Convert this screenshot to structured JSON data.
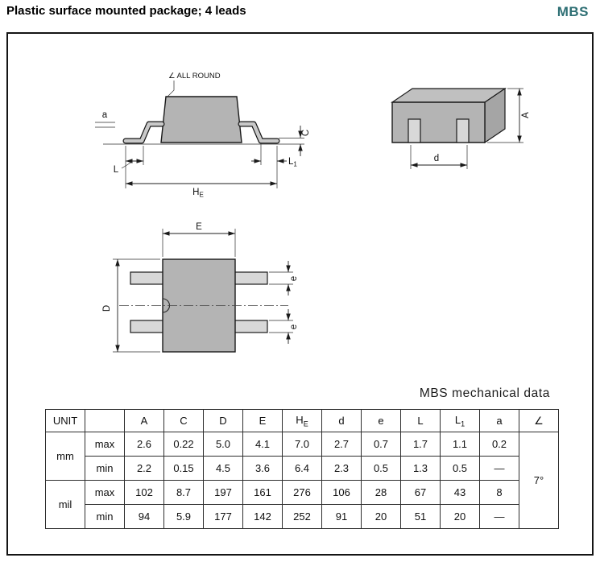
{
  "header": {
    "title": "Plastic surface mounted package; 4 leads",
    "package_code": "MBS",
    "accent_color": "#2e6f74"
  },
  "drawing": {
    "labels": {
      "all_round_prefix": "∠",
      "all_round": "ALL ROUND",
      "a": "a",
      "L": "L",
      "L1_main": "L",
      "L1_sub": "1",
      "HE_main": "H",
      "HE_sub": "E",
      "C": "C",
      "A": "A",
      "d": "d",
      "E": "E",
      "D": "D",
      "e_top": "e",
      "e_bottom": "e"
    },
    "colors": {
      "body": "#b4b4b4",
      "body_top": "#c0c0c0",
      "body_side": "#a5a5a5",
      "lead": "#d8d8d8",
      "outline": "#1a1a1a"
    }
  },
  "mech_table": {
    "title": "MBS mechanical data",
    "unit_header": "UNIT",
    "col_headers": {
      "A": "A",
      "C": "C",
      "D": "D",
      "E": "E",
      "HE_main": "H",
      "HE_sub": "E",
      "d": "d",
      "e": "e",
      "L": "L",
      "L1_main": "L",
      "L1_sub": "1",
      "a": "a",
      "angle": "∠"
    },
    "angle_value": "7°",
    "rows": [
      {
        "unit": "mm",
        "bound": "max",
        "values": [
          "2.6",
          "0.22",
          "5.0",
          "4.1",
          "7.0",
          "2.7",
          "0.7",
          "1.7",
          "1.1",
          "0.2"
        ]
      },
      {
        "unit": "mm",
        "bound": "min",
        "values": [
          "2.2",
          "0.15",
          "4.5",
          "3.6",
          "6.4",
          "2.3",
          "0.5",
          "1.3",
          "0.5",
          "—"
        ]
      },
      {
        "unit": "mil",
        "bound": "max",
        "values": [
          "102",
          "8.7",
          "197",
          "161",
          "276",
          "106",
          "28",
          "67",
          "43",
          "8"
        ]
      },
      {
        "unit": "mil",
        "bound": "min",
        "values": [
          "94",
          "5.9",
          "177",
          "142",
          "252",
          "91",
          "20",
          "51",
          "20",
          "—"
        ]
      }
    ]
  }
}
